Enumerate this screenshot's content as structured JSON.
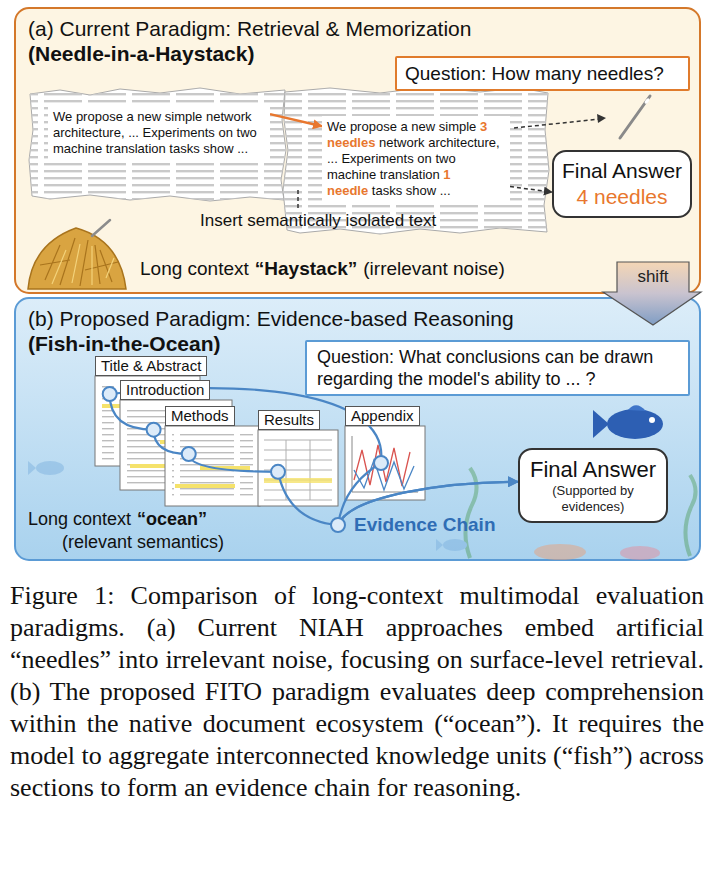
{
  "diagram": {
    "caption": "Figure 1: Comparison of long-context multimodal evaluation paradigms. (a) Current NIAH approaches embed artificial “needles” into irrelevant noise, focusing on surface-level retrieval. (b) The proposed FITO paradigm evaluates deep comprehension within the native document ecosystem (“ocean”). It requires the model to aggregate interconnected knowledge units (“fish”) across sections to form an evidence chain for reasoning.",
    "nodes": [
      {
        "text": [
          "(a) Current Paradigm: Retrieval & Memorization",
          "(Needle-in-a-Haystack)"
        ]
      },
      {
        "text": [
          "Question: How many needles?"
        ],
        "in": 0
      },
      {
        "text": [
          "We propose a new simple network architecture, ... Experiments on two machine translation tasks show ..."
        ],
        "in": 0
      },
      {
        "text": [
          "We propose a new simple",
          "3 needles",
          "network architecture, ... Experiments on two machine translation",
          "1 needle",
          "tasks show ..."
        ],
        "in": 0
      },
      {
        "text": [
          "Final Answer",
          "4 needles"
        ],
        "in": 0
      },
      {
        "text": [
          "(b) Proposed Paradigm: Evidence-based Reasoning",
          "(Fish-in-the-Ocean)"
        ]
      },
      {
        "text": [
          "Question: What conclusions can be drawn regarding the model's ability to ... ?"
        ],
        "in": 5
      },
      {
        "text": [
          "Title & Abstract"
        ],
        "in": 5
      },
      {
        "text": [
          "Introduction"
        ],
        "in": 5
      },
      {
        "text": [
          "Methods"
        ],
        "in": 5
      },
      {
        "text": [
          "Results"
        ],
        "in": 5
      },
      {
        "text": [
          "Appendix"
        ],
        "in": 5
      },
      {
        "text": [
          "Final Answer",
          "(Supported by evidences)"
        ],
        "in": 5
      }
    ],
    "edges": [
      {
        "from": 2,
        "to": 3,
        "arrow": "to"
      },
      {
        "from": 3,
        "to": 4,
        "arrow": "to"
      },
      {
        "from": 0,
        "to": 5,
        "label": "shift",
        "arrow": "to"
      },
      {
        "from": 7,
        "to": 8,
        "arrow": "none"
      },
      {
        "from": 8,
        "to": 9,
        "arrow": "none"
      },
      {
        "from": 9,
        "to": 10,
        "arrow": "none"
      },
      {
        "from": 10,
        "to": 12,
        "arrow": "to"
      },
      {
        "from": 7,
        "to": 11,
        "arrow": "none"
      },
      {
        "from": 11,
        "to": 12,
        "arrow": "to"
      }
    ],
    "labels": [
      "Insert semantically isolated text",
      "Long context",
      "“Haystack”",
      "(irrelevant noise)",
      "Long context",
      "“ocean”",
      "(relevant semantics)",
      "Evidence Chain"
    ]
  }
}
